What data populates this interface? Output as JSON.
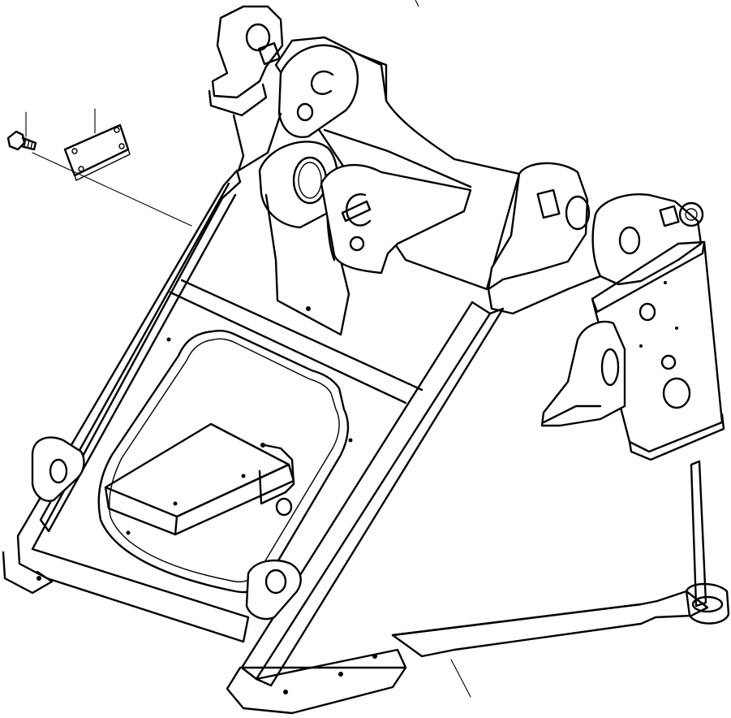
{
  "drawing": {
    "subject": "",
    "parts": [
      {
        "name": "bolt"
      },
      {
        "name": "cover-plate"
      },
      {
        "name": "front-frame"
      }
    ]
  }
}
